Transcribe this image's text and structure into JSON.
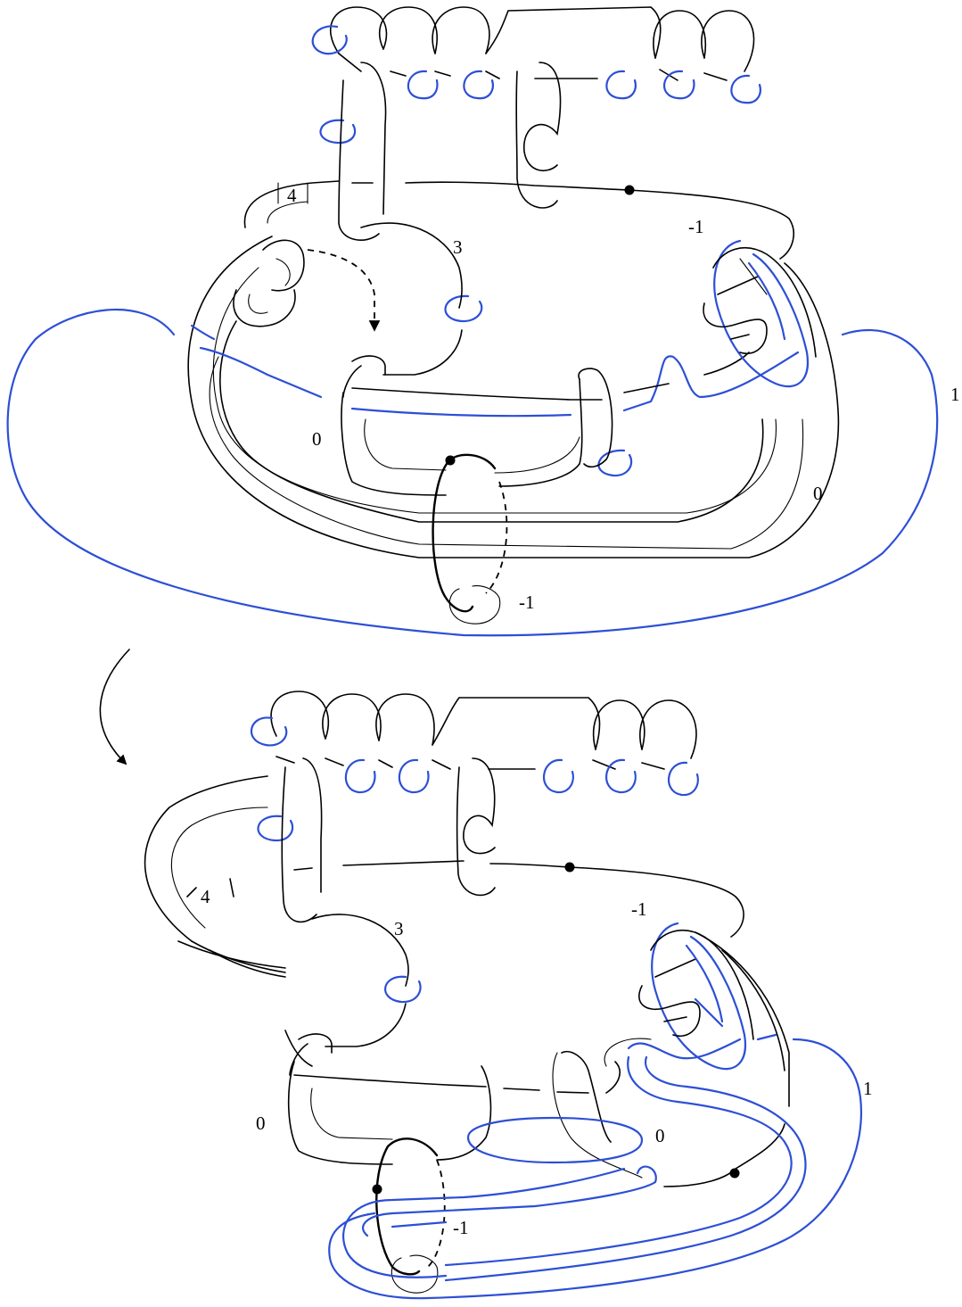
{
  "colors": {
    "ink": "#000000",
    "accent": "#2d4fd6",
    "background": "#ffffff"
  },
  "top_diagram": {
    "labels": {
      "twist_box": "4",
      "framing_upper": "3",
      "framing_right_small": "-1",
      "framing_far_right": "1",
      "framing_left": "0",
      "framing_right_lower": "0",
      "framing_bottom": "-1"
    }
  },
  "move_arrow": {
    "icon": "curved-arrow-down"
  },
  "bottom_diagram": {
    "labels": {
      "twist_box": "4",
      "framing_upper": "3",
      "framing_right_small": "-1",
      "framing_far_right": "1",
      "framing_left": "0",
      "framing_middle": "0",
      "framing_bottom": "-1"
    }
  }
}
